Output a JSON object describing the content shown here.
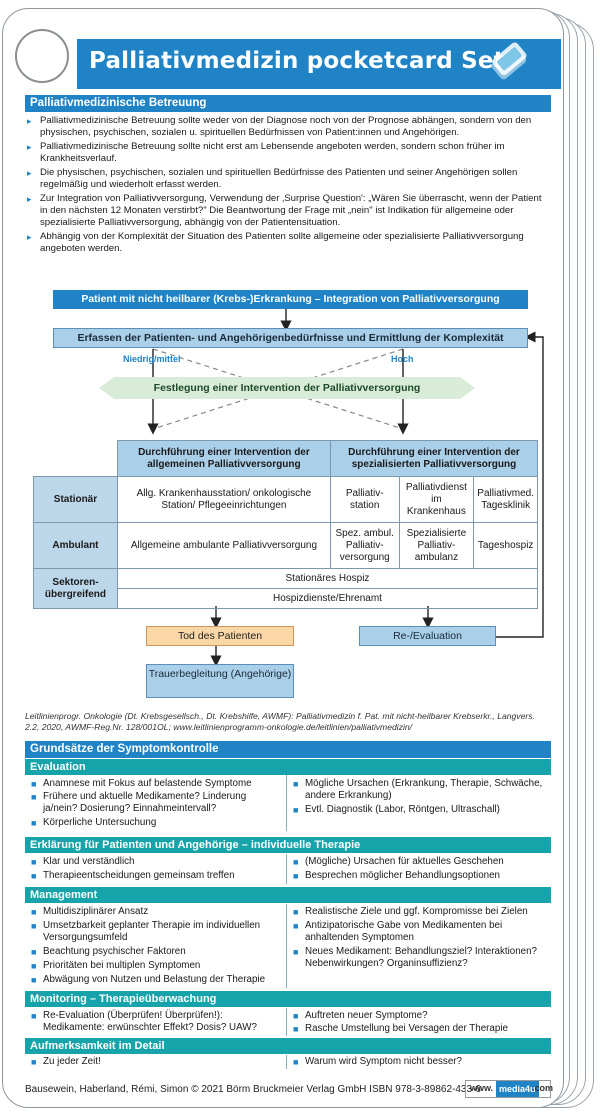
{
  "title": "Palliativmedizin pocketcard Set",
  "section1": {
    "heading": "Palliativmedizinische Betreuung",
    "bullets": [
      "Palliativmedizinische Betreuung sollte weder von der Diagnose noch von der Prognose abhängen, sondern von den physischen, psychischen, sozialen u. spirituellen Bedürfnissen von Patient:innen und Angehörigen.",
      "Palliativmedizinische Betreuung sollte nicht erst am Lebensende angeboten werden, sondern schon früher im Krankheitsverlauf.",
      "Die physischen, psychischen, sozialen und spirituellen Bedürfnisse des Patienten und seiner Angehörigen sollen regelmäßig und wiederholt erfasst werden.",
      "Zur Integration von Palliativversorgung, Verwendung der ‚Surprise Question': „Wären Sie überrascht, wenn der Patient in den nächsten 12 Monaten verstirbt?\" Die Beantwortung der Frage mit „nein\" ist Indikation für allgemeine oder spezialisierte Palliativversorgung, abhängig von der Patientensituation.",
      "Abhängig von der Komplexität der Situation des Patienten sollte allgemeine oder spezialisierte Palliativversorgung angeboten werden."
    ]
  },
  "flow": {
    "top": "Patient mit nicht heilbarer (Krebs-)Erkrankung – Integration von Palliativversorgung",
    "assess": "Erfassen der Patienten- und Angehörigenbedürfnisse und Ermittlung der Komplexität",
    "low_label": "Niedrig/mittel",
    "high_label": "Hoch",
    "decide": "Festlegung einer Intervention der Palliativversorgung",
    "col_general": "Durchführung einer Intervention der allgemeinen Palliativversorgung",
    "col_special": "Durchführung einer Intervention der spezialisierten Palliativversorgung",
    "row_stationaer": "Stationär",
    "row_ambulant": "Ambulant",
    "row_sektor": "Sektoren-übergreifend",
    "stat_general": "Allg. Krankenhausstation/ onkologische Station/ Pflegeeinrichtungen",
    "stat_sp1": "Palliativ-station",
    "stat_sp2": "Palliativdienst im Krankenhaus",
    "stat_sp3": "Palliativmed. Tagesklinik",
    "amb_general": "Allgemeine ambulante Palliativversorgung",
    "amb_sp1": "Spez. ambul. Palliativ-versorgung",
    "amb_sp2": "Spezialisierte Palliativ-ambulanz",
    "amb_sp3": "Tageshospiz",
    "sek1": "Stationäres Hospiz",
    "sek2": "Hospizdienste/Ehrenamt",
    "death": "Tod des Patienten",
    "reeval": "Re-/Evaluation",
    "grief": "Trauerbegleitung (Angehörige)"
  },
  "reference": "Leitlinienprogr. Onkologie (Dt. Krebsgesellsch., Dt. Krebshilfe, AWMF): Palliativmedizin f. Pat. mit nicht-heilbarer Krebserkr., Langvers. 2.2, 2020, AWMF-Reg.Nr. 128/001OL; www.leitlinienprogramm-onkologie.de/leitlinien/palliativmedizin/",
  "section2": {
    "heading": "Grundsätze der Symptomkontrolle",
    "groups": [
      {
        "title": "Evaluation",
        "left": [
          "Anamnese mit Fokus auf belastende Symptome",
          "Frühere und aktuelle Medikamente? Linderung ja/nein? Dosierung? Einnahmeintervall?",
          "Körperliche Untersuchung"
        ],
        "right": [
          "Mögliche Ursachen (Erkrankung, Therapie, Schwäche, andere Erkrankung)",
          "Evtl. Diagnostik (Labor, Röntgen, Ultraschall)"
        ]
      },
      {
        "title": "Erklärung für Patienten und Angehörige – individuelle Therapie",
        "left": [
          "Klar und verständlich",
          "Therapieentscheidungen gemeinsam treffen"
        ],
        "right": [
          "(Mögliche) Ursachen für aktuelles Geschehen",
          "Besprechen möglicher Behandlungsoptionen"
        ]
      },
      {
        "title": "Management",
        "left": [
          "Multidisziplinärer Ansatz",
          "Umsetzbarkeit geplanter Therapie im individuellen Versorgungsumfeld",
          "Beachtung psychischer Faktoren",
          "Prioritäten bei multiplen Symptomen",
          "Abwägung von Nutzen und Belastung der Therapie"
        ],
        "right": [
          "Realistische Ziele und ggf. Kompromisse bei Zielen",
          "Antizipatorische Gabe von Medikamenten bei anhaltenden Symptomen",
          "Neues Medikament: Behandlungsziel? Interaktionen? Nebenwirkungen? Organinsuffizienz?"
        ]
      },
      {
        "title": "Monitoring – Therapieüberwachung",
        "left": [
          "Re-Evaluation (Überprüfen! Überprüfen!): Medikamente: erwünschter Effekt? Dosis? UAW?"
        ],
        "right": [
          "Auftreten neuer Symptome?",
          "Rasche Umstellung bei Versagen der Therapie"
        ]
      },
      {
        "title": "Aufmerksamkeit im Detail",
        "left": [
          "Zu jeder Zeit!"
        ],
        "right": [
          "Warum wird Symptom nicht besser?"
        ]
      }
    ]
  },
  "footer": "Bausewein, Haberland, Rémi, Simon © 2021 Börm Bruckmeier Verlag GmbH   ISBN 978-3-89862-433-6",
  "badge": {
    "www": "www.",
    "media": "media4u",
    "com": ".com"
  }
}
